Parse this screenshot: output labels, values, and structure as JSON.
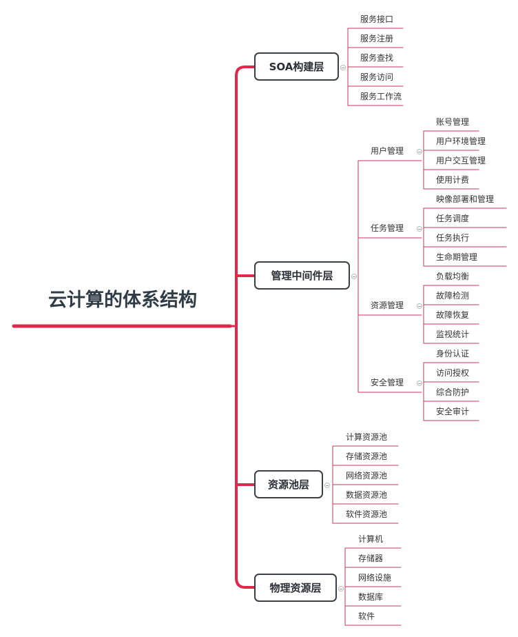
{
  "title": "云计算的体系结构",
  "layers": [
    {
      "name": "SOA构建层",
      "items": [
        "服务接口",
        "服务注册",
        "服务查找",
        "服务访问",
        "服务工作流"
      ]
    },
    {
      "name": "管理中间件层",
      "groups": [
        {
          "name": "用户管理",
          "items": [
            "账号管理",
            "用户环境管理",
            "用户交互管理",
            "使用计费"
          ]
        },
        {
          "name": "任务管理",
          "items": [
            "映像部署和管理",
            "任务调度",
            "任务执行",
            "生命期管理"
          ]
        },
        {
          "name": "资源管理",
          "items": [
            "负载均衡",
            "故障检测",
            "故障恢复",
            "监视统计"
          ]
        },
        {
          "name": "安全管理",
          "items": [
            "身份认证",
            "访问授权",
            "综合防护",
            "安全审计"
          ]
        }
      ]
    },
    {
      "name": "资源池层",
      "items": [
        "计算资源池",
        "存储资源池",
        "网络资源池",
        "数据资源池",
        "软件资源池"
      ]
    },
    {
      "name": "物理资源层",
      "items": [
        "计算机",
        "存储器",
        "网络设施",
        "数据库",
        "软件"
      ]
    }
  ],
  "colors": {
    "accent": "#e0294a",
    "leaf_line": "#c7345a",
    "node_border": "#3a3f45"
  }
}
